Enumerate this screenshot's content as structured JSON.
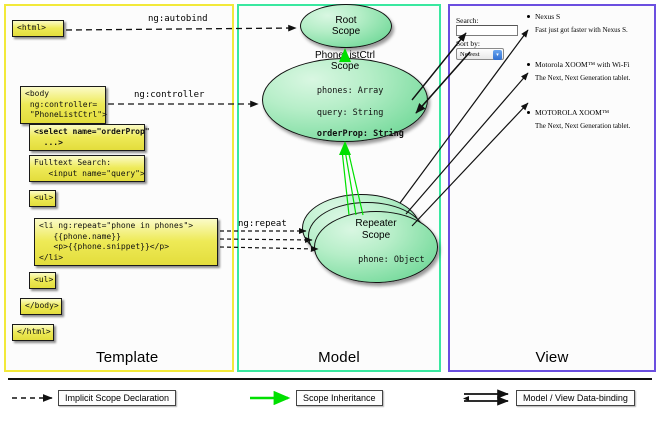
{
  "panels": {
    "template": {
      "label": "Template",
      "border_color": "#f2e93a"
    },
    "model": {
      "label": "Model",
      "border_color": "#3ae8a0"
    },
    "view": {
      "label": "View",
      "border_color": "#6b4fe0"
    }
  },
  "template_boxes": [
    {
      "name": "html-open",
      "text": "<html>"
    },
    {
      "name": "body-open",
      "text": "<body\n ng:controller=\n \"PhoneListCtrl\">"
    },
    {
      "name": "select-orderprop",
      "text": "<select name=\"orderProp\"\n  ...>"
    },
    {
      "name": "fulltext-search",
      "text": "Fulltext Search:\n   <input name=\"query\">"
    },
    {
      "name": "ul-open",
      "text": "<ul>"
    },
    {
      "name": "li-repeat",
      "text": "<li ng:repeat=\"phone in phones\">\n   {{phone.name}}\n   <p>{{phone.snippet}}</p>\n</li>"
    },
    {
      "name": "ul-close",
      "text": "<ul>"
    },
    {
      "name": "body-close",
      "text": "</body>"
    },
    {
      "name": "html-close",
      "text": "</html>"
    }
  ],
  "connectors": {
    "autobind": "ng:autobind",
    "controller": "ng:controller",
    "repeat": "ng:repeat"
  },
  "scopes": {
    "root": {
      "title_line1": "Root",
      "title_line2": "Scope"
    },
    "phonelistctrl": {
      "title_line1": "PhoneListCtrl",
      "title_line2": "Scope",
      "attr_phones": "phones: Array",
      "attr_query": "query: String",
      "attr_orderprop": "orderProp: String"
    },
    "repeater": {
      "title_line1": "Repeater",
      "title_line2": "Scope",
      "attr_phone": "phone: Object"
    }
  },
  "view": {
    "search_label": "Search:",
    "search_value": "",
    "sort_label": "Sort by:",
    "sort_selected": "Newest",
    "sort_options": [
      "Newest"
    ],
    "phones": [
      {
        "name": "Nexus S",
        "snippet": "Fast just got faster with Nexus S."
      },
      {
        "name": "Motorola XOOM™ with Wi-Fi",
        "snippet": "The Next, Next Generation tablet."
      },
      {
        "name": "MOTOROLA XOOM™",
        "snippet": "The Next, Next Generation tablet."
      }
    ]
  },
  "legend": [
    {
      "name": "implicit-scope-declaration",
      "label": "Implicit Scope Declaration",
      "arrow": "dashed-black"
    },
    {
      "name": "scope-inheritance",
      "label": "Scope Inheritance",
      "arrow": "solid-green"
    },
    {
      "name": "model-view-data-binding",
      "label": "Model / View Data-binding",
      "arrow": "double-black"
    }
  ],
  "colors": {
    "code_box": "#eeea57",
    "scope_fill": "#7fdda2",
    "inheritance_arrow": "#00e000",
    "binding_arrow": "#000000"
  }
}
